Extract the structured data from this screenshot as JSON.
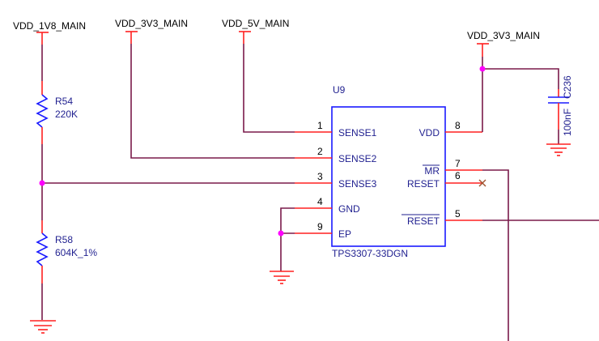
{
  "power_labels": {
    "vdd_1v8": "VDD_1V8_MAIN",
    "vdd_3v3_left": "VDD_3V3_MAIN",
    "vdd_5v": "VDD_5V_MAIN",
    "vdd_3v3_right": "VDD_3V3_MAIN"
  },
  "u9": {
    "ref": "U9",
    "part": "TPS3307-33DGN",
    "pins": {
      "p1": {
        "num": "1",
        "name": "SENSE1"
      },
      "p2": {
        "num": "2",
        "name": "SENSE2"
      },
      "p3": {
        "num": "3",
        "name": "SENSE3"
      },
      "p4": {
        "num": "4",
        "name": "GND"
      },
      "p9": {
        "num": "9",
        "name": "EP"
      },
      "p8": {
        "num": "8",
        "name": "VDD"
      },
      "p7": {
        "num": "7",
        "name": "MR"
      },
      "p6": {
        "num": "6",
        "name": "RESET"
      },
      "p5": {
        "num": "5",
        "name": "RESET"
      }
    }
  },
  "r54": {
    "ref": "R54",
    "value": "220K"
  },
  "r58": {
    "ref": "R58",
    "value": "604K_1%"
  },
  "c236": {
    "ref": "C236",
    "value": "100nF"
  },
  "colors": {
    "wire": "#7a1a4a",
    "pin": "#ff2020",
    "body": "#1a1aff",
    "junction": "#ff00ff",
    "no_connect": "#a0522d"
  }
}
